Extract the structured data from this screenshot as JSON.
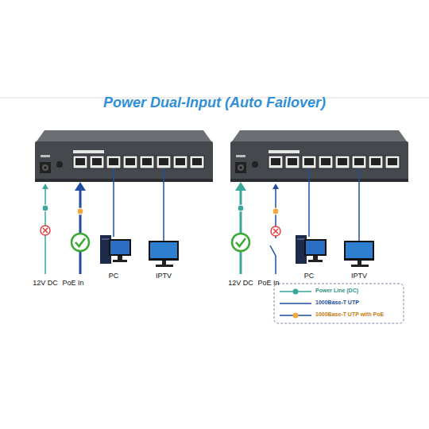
{
  "diagram": {
    "title": "Power Dual-Input (Auto Failover)",
    "labels": [
      "12V DC",
      "PoE In",
      "PC",
      "IPTV",
      "12V DC",
      "PoE In",
      "PC",
      "IPTV"
    ],
    "legend": [
      {
        "text": "Power Line (DC)"
      },
      {
        "text": "1000Base-T UTP"
      },
      {
        "text": "1000Base-T UTP with PoE"
      }
    ]
  }
}
